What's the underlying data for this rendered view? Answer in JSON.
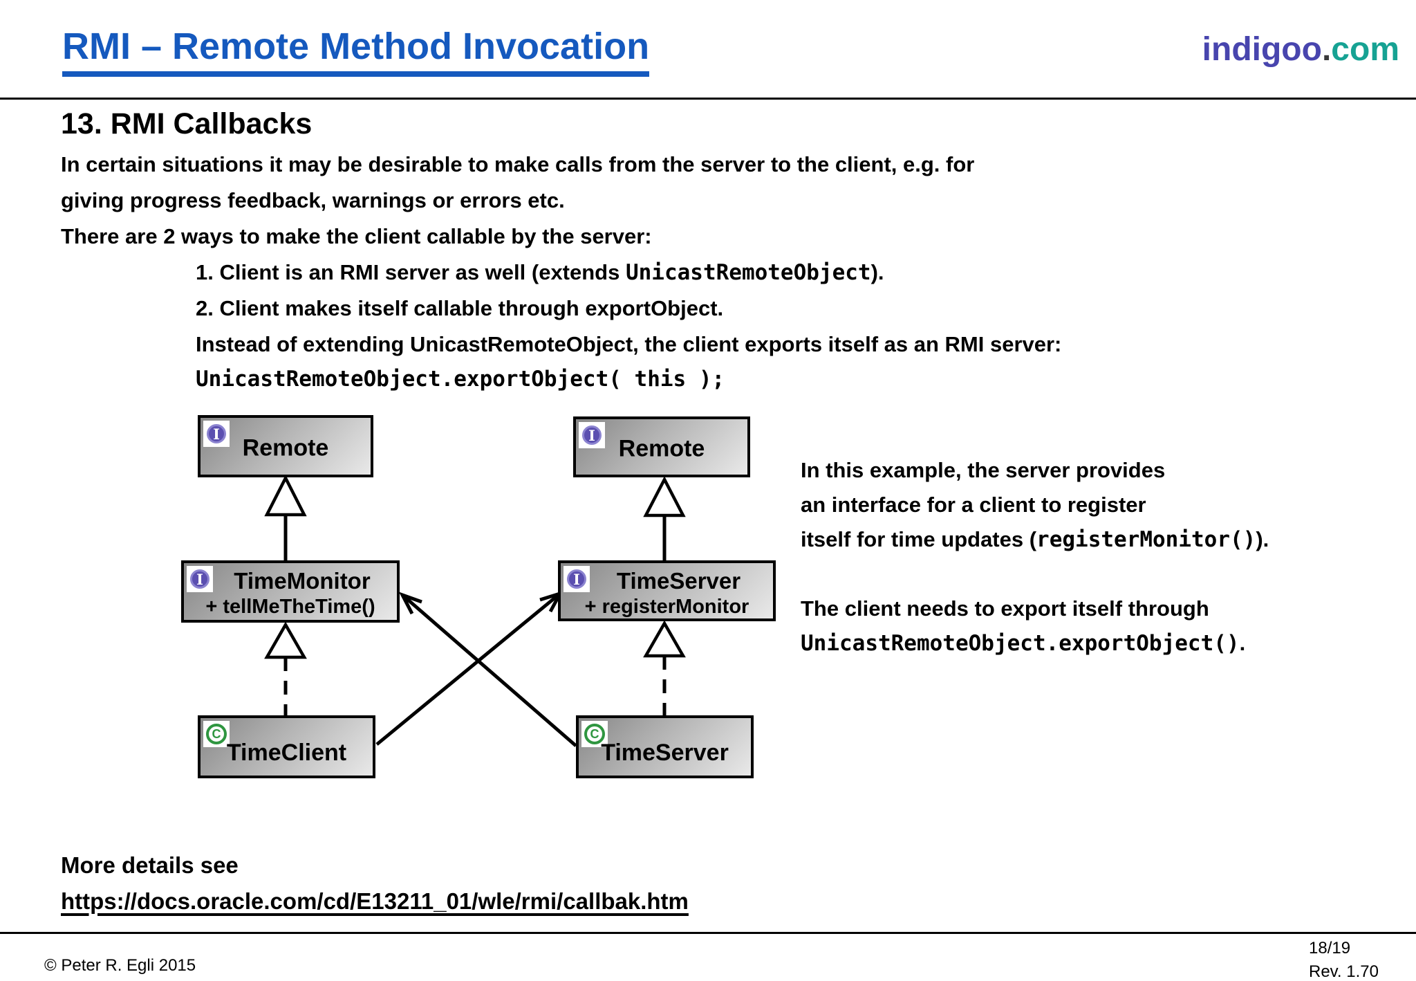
{
  "header": {
    "title": "RMI – Remote Method Invocation",
    "logo": {
      "part1": "indigoo",
      "dot": ".",
      "part2": "com"
    },
    "colors": {
      "title_blue": "#1559BE",
      "logo_purple": "#4845AE",
      "logo_teal": "#16A293",
      "logo_dot_gray": "#3A3A3A"
    }
  },
  "content": {
    "section_heading": "13. RMI Callbacks",
    "intro": {
      "line1": "In certain situations it may be desirable to make calls from the server to the client, e.g. for",
      "line2": "giving progress feedback, warnings or errors etc.",
      "line3": "There are 2 ways to make the client callable by the server:"
    },
    "list": {
      "item1_pre": "1. Client is an RMI server as well (extends ",
      "item1_code": "UnicastRemoteObject",
      "item1_post": ").",
      "item2": "2. Client makes itself callable through exportObject.",
      "item3": "Instead of extending UnicastRemoteObject, the client exports itself as an RMI server:",
      "item4_code": "UnicastRemoteObject.exportObject( this );"
    }
  },
  "diagram": {
    "boxes": {
      "remote_left": {
        "label": "Remote",
        "icon": "I"
      },
      "remote_right": {
        "label": "Remote",
        "icon": "I"
      },
      "time_monitor": {
        "label": "TimeMonitor",
        "method": "+ tellMeTheTime()",
        "icon": "I"
      },
      "time_server_interface": {
        "label": "TimeServer",
        "method": "+ registerMonitor",
        "icon": "I"
      },
      "time_client": {
        "label": "TimeClient",
        "icon": "C"
      },
      "time_server_class": {
        "label": "TimeServer",
        "icon": "C"
      }
    }
  },
  "side_note": {
    "line1": "In this example, the server provides",
    "line2": "an interface for a client to register",
    "line3_pre": "itself for time updates (",
    "line3_code": "registerMonitor()",
    "line3_post": ").",
    "line4": "The client needs to export itself through",
    "line5_code": "UnicastRemoteObject.exportObject()",
    "line5_post": "."
  },
  "more_details": {
    "label": "More details see",
    "link": "https://docs.oracle.com/cd/E13211_01/wle/rmi/callbak.htm"
  },
  "footer": {
    "copyright": "© Peter R. Egli 2015",
    "page": "18/19",
    "revision": "Rev. 1.70"
  }
}
